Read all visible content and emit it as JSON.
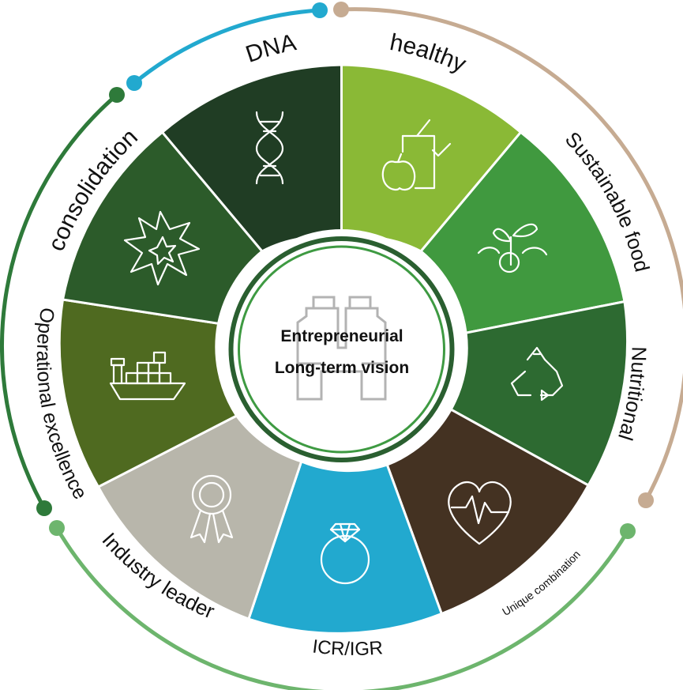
{
  "center": {
    "line1": "Entrepreneurial",
    "line2": "Long-term vision"
  },
  "segments": [
    {
      "label": "DNA",
      "icon": "dna-icon",
      "color": "#203d24"
    },
    {
      "label": "healthy",
      "icon": "apple-checklist-icon",
      "color": "#8ab936"
    },
    {
      "label": "Sustainable food",
      "icon": "sprout-icon",
      "color": "#40993f"
    },
    {
      "label": "Nutritional",
      "icon": "recycle-icon",
      "color": "#2d6a31"
    },
    {
      "label": "",
      "icon": "heartbeat-icon",
      "color": "#443222"
    },
    {
      "label": "ICR/IGR",
      "icon": "diamond-ring-icon",
      "color": "#22a9cf"
    },
    {
      "label": "Industry leader",
      "icon": "award-ribbon-icon",
      "color": "#b8b6ab"
    },
    {
      "label": "Operational excellence",
      "icon": "cargo-ship-icon",
      "color": "#4f6a20"
    },
    {
      "label": "consolidation",
      "icon": "explosion-icon",
      "color": "#2c5b2a"
    }
  ],
  "arcs": {
    "unique_combination": "Unique combination",
    "colors": {
      "blue": "#22a9cf",
      "tan": "#c6ab92",
      "dark_green": "#2e7a3a",
      "light_green": "#6db56d"
    }
  }
}
